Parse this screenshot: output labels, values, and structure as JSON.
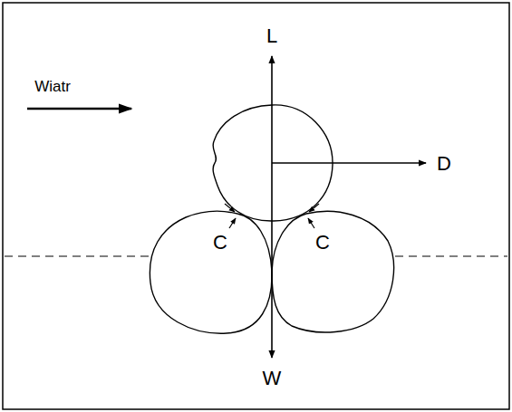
{
  "diagram": {
    "labels": [
      "Wiatr",
      "L",
      "D",
      "C",
      "C",
      "W"
    ]
  }
}
